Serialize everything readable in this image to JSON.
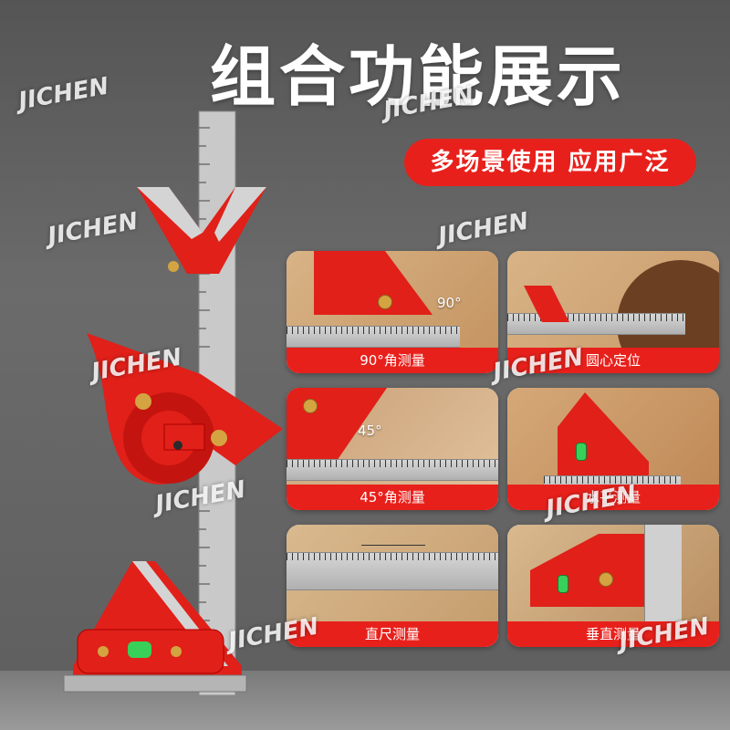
{
  "title": "组合功能展示",
  "subtitle": "多场景使用 应用广泛",
  "watermark": "JICHEN",
  "cards": [
    {
      "caption": "90°角测量",
      "annotation": "90°"
    },
    {
      "caption": "圆心定位"
    },
    {
      "caption": "45°角测量",
      "annotation": "45°"
    },
    {
      "caption": "水平测量"
    },
    {
      "caption": "直尺测量"
    },
    {
      "caption": "垂直测量"
    }
  ],
  "colors": {
    "accent": "#e8201b",
    "background": "#5e5e5e"
  }
}
